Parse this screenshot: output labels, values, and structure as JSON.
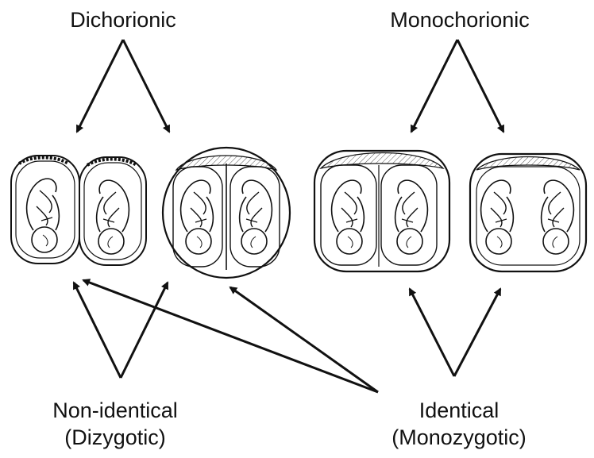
{
  "labels": {
    "dichorionic": "Dichorionic",
    "monochorionic": "Monochorionic",
    "non_identical": [
      "Non-identical",
      "(Dizygotic)"
    ],
    "identical": [
      "Identical",
      "(Monozygotic)"
    ]
  },
  "figures": [
    "dichorionic-separate-placentas",
    "dichorionic-fused-placentas",
    "monochorionic-diamniotic",
    "monochorionic-monoamniotic"
  ],
  "colors": {
    "line": "#111111",
    "background": "#ffffff"
  }
}
